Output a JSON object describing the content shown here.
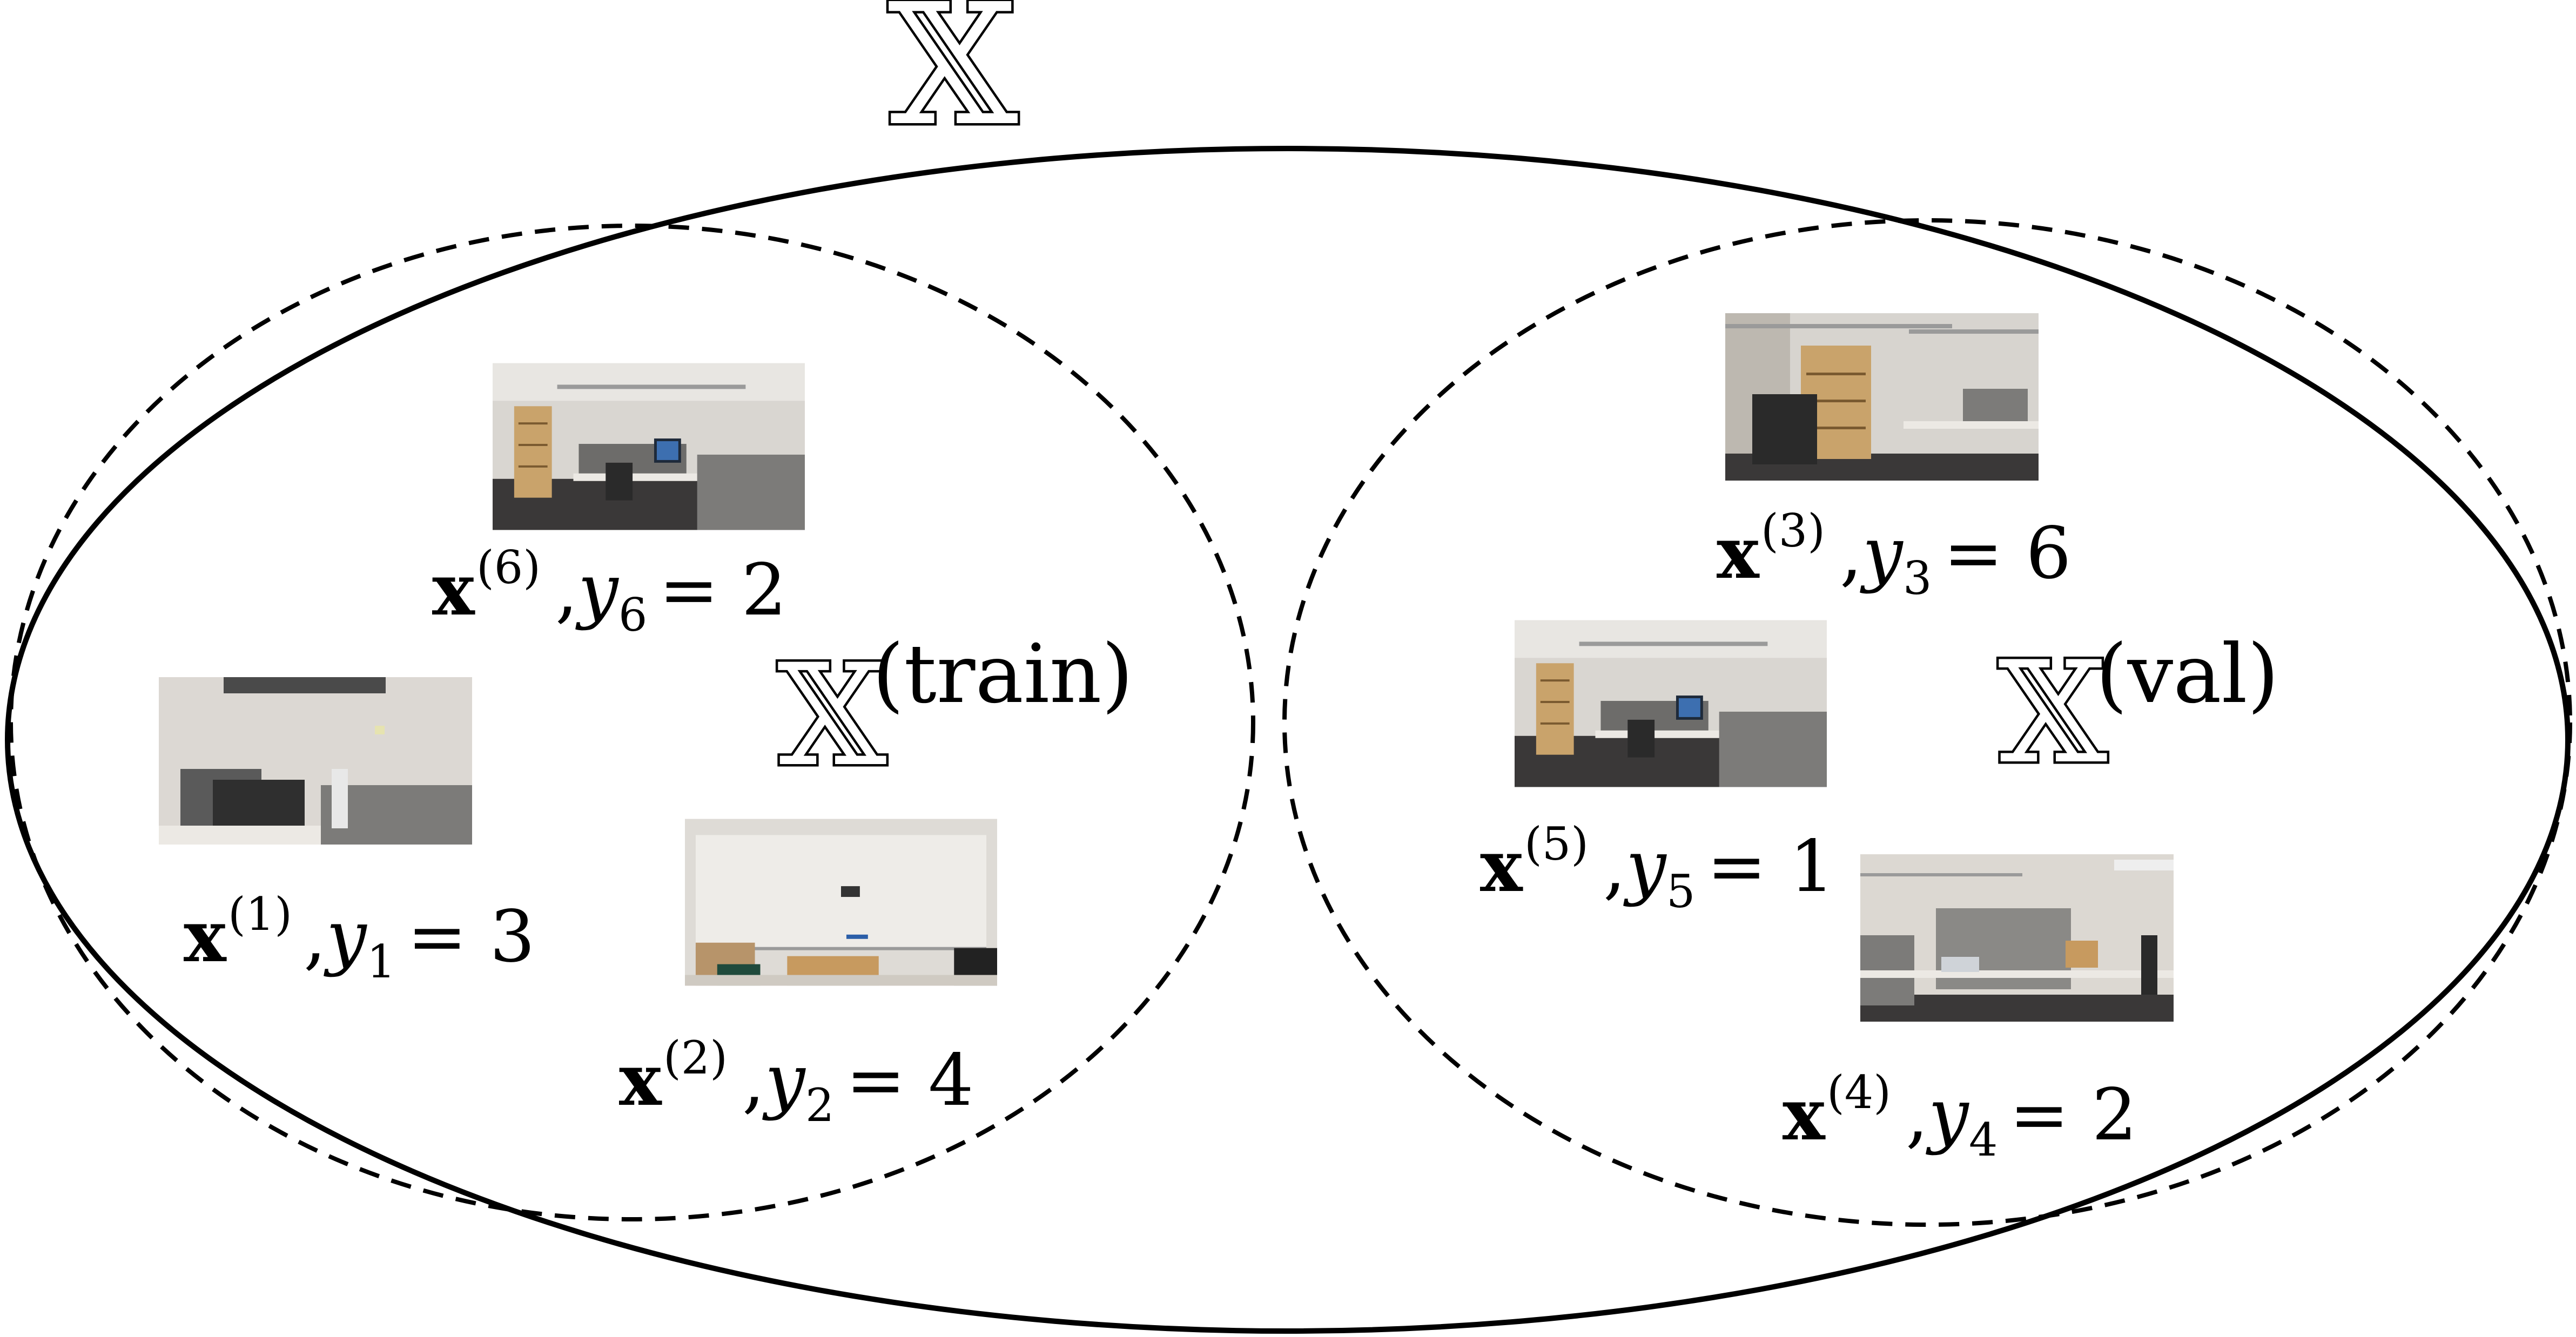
{
  "universe_symbol": "𝕏",
  "train_set": {
    "symbol": "𝕏",
    "superscript": "(train)"
  },
  "val_set": {
    "symbol": "𝕏",
    "superscript": "(val)"
  },
  "samples": [
    {
      "id": "x6",
      "x_var": "x",
      "x_sup": "(6)",
      "y_var": "y",
      "y_sub": "6",
      "eq": "= 2"
    },
    {
      "id": "x1",
      "x_var": "x",
      "x_sup": "(1)",
      "y_var": "y",
      "y_sub": "1",
      "eq": "= 3"
    },
    {
      "id": "x2",
      "x_var": "x",
      "x_sup": "(2)",
      "y_var": "y",
      "y_sub": "2",
      "eq": "= 4"
    },
    {
      "id": "x3",
      "x_var": "x",
      "x_sup": "(3)",
      "y_var": "y",
      "y_sub": "3",
      "eq": "= 6"
    },
    {
      "id": "x5",
      "x_var": "x",
      "x_sup": "(5)",
      "y_var": "y",
      "y_sub": "5",
      "eq": "= 1"
    },
    {
      "id": "x4",
      "x_var": "x",
      "x_sup": "(4)",
      "y_var": "y",
      "y_sub": "4",
      "eq": "= 2"
    }
  ],
  "separator": ",",
  "colors": {
    "stroke": "#000000",
    "background": "#ffffff",
    "wall": "#d9d6d1",
    "floor": "#3a3838",
    "desk": "#ece9e4",
    "shelf": "#c9a36b",
    "chair": "#2a2a2a",
    "partition": "#7c7b79"
  }
}
